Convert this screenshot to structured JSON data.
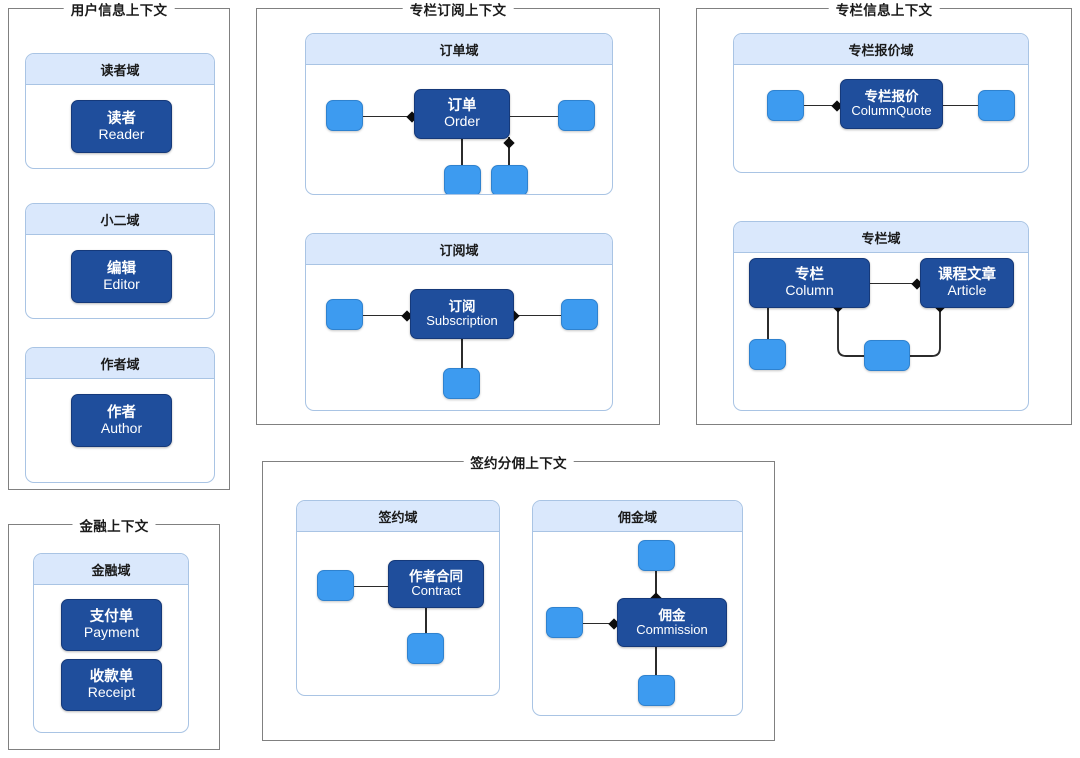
{
  "diagram": {
    "title_type": "domain-driven-design context map",
    "colors": {
      "entity_main": "#1f4e9c",
      "entity_satellite": "#3d9bf0",
      "domain_header": "#dae8fc",
      "domain_border": "#a9c4e4",
      "context_border": "#808080",
      "connector": "#2b2b2b"
    }
  },
  "contexts": [
    {
      "id": "user-info",
      "title": "用户信息上下文",
      "domains": [
        {
          "id": "reader",
          "title": "读者域",
          "entities": [
            {
              "cn": "读者",
              "en": "Reader"
            }
          ]
        },
        {
          "id": "staff",
          "title": "小二域",
          "entities": [
            {
              "cn": "编辑",
              "en": "Editor"
            }
          ]
        },
        {
          "id": "author",
          "title": "作者域",
          "entities": [
            {
              "cn": "作者",
              "en": "Author"
            }
          ]
        }
      ]
    },
    {
      "id": "column-subscription",
      "title": "专栏订阅上下文",
      "domains": [
        {
          "id": "order",
          "title": "订单域",
          "entities": [
            {
              "cn": "订单",
              "en": "Order"
            }
          ],
          "satellites": 4
        },
        {
          "id": "subscription",
          "title": "订阅域",
          "entities": [
            {
              "cn": "订阅",
              "en": "Subscription"
            }
          ],
          "satellites": 3
        }
      ]
    },
    {
      "id": "column-info",
      "title": "专栏信息上下文",
      "domains": [
        {
          "id": "column-quote",
          "title": "专栏报价域",
          "entities": [
            {
              "cn": "专栏报价",
              "en": "ColumnQuote"
            }
          ],
          "satellites": 2
        },
        {
          "id": "column",
          "title": "专栏域",
          "entities": [
            {
              "cn": "专栏",
              "en": "Column"
            },
            {
              "cn": "课程文章",
              "en": "Article"
            }
          ],
          "satellites": 2
        }
      ]
    },
    {
      "id": "finance",
      "title": "金融上下文",
      "domains": [
        {
          "id": "finance-domain",
          "title": "金融域",
          "entities": [
            {
              "cn": "支付单",
              "en": "Payment"
            },
            {
              "cn": "收款单",
              "en": "Receipt"
            }
          ]
        }
      ]
    },
    {
      "id": "contract-commission",
      "title": "签约分佣上下文",
      "domains": [
        {
          "id": "contract",
          "title": "签约域",
          "entities": [
            {
              "cn": "作者合同",
              "en": "Contract"
            }
          ],
          "satellites": 2
        },
        {
          "id": "commission",
          "title": "佣金域",
          "entities": [
            {
              "cn": "佣金",
              "en": "Commission"
            }
          ],
          "satellites": 3
        }
      ]
    }
  ]
}
